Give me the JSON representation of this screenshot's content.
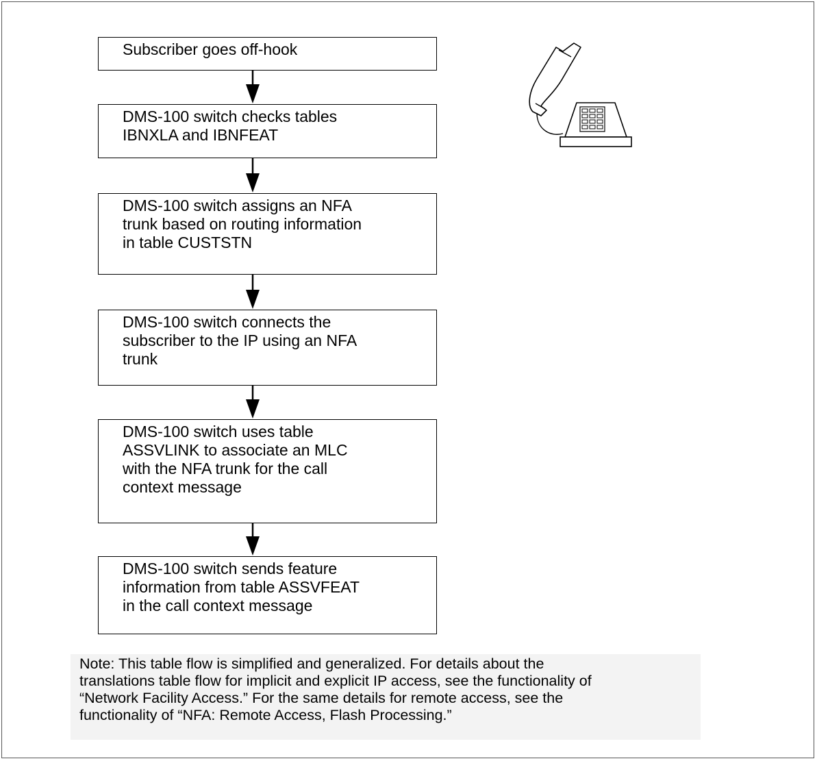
{
  "steps": [
    {
      "text": "Subscriber goes off-hook"
    },
    {
      "text": "DMS-100 switch checks tables\nIBNXLA and IBNFEAT"
    },
    {
      "text": "DMS-100 switch assigns an NFA\ntrunk based on routing information\nin table CUSTSTN"
    },
    {
      "text": "DMS-100 switch connects the\nsubscriber to the IP using an NFA\ntrunk"
    },
    {
      "text": "DMS-100 switch uses table\nASSVLINK to associate an MLC\nwith the NFA trunk for the call\ncontext message"
    },
    {
      "text": "DMS-100 switch sends feature\ninformation from table ASSVFEAT\nin the call context message"
    }
  ],
  "note": "Note:  This table flow is simplified and generalized.  For details about the\ntranslations table flow for implicit and explicit IP access, see the functionality of\n“Network Facility Access.”  For the same details for remote access, see the\nfunctionality of “NFA:  Remote Access, Flash Processing.”",
  "icons": {
    "telephone": "telephone-icon"
  }
}
